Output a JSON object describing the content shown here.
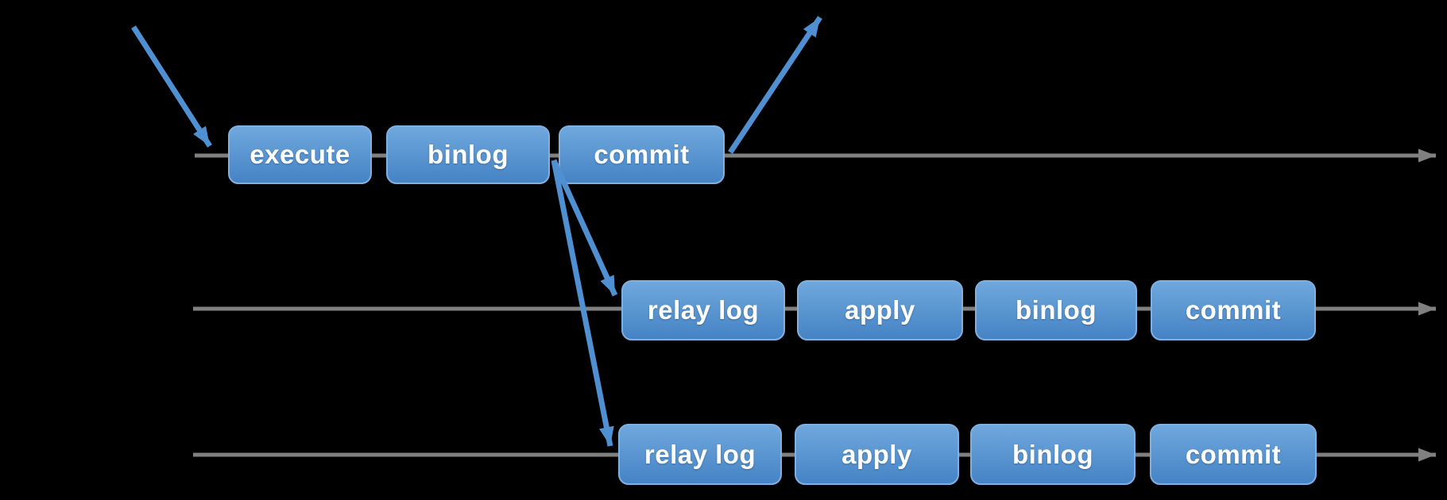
{
  "diagram_type": "replication-timeline-diagram",
  "colors": {
    "background": "#000000",
    "timeline": "#808080",
    "arrow": "#4F90D3",
    "box_gradient_top": "#6FA8DD",
    "box_gradient_bottom": "#4583C5",
    "box_border": "#7FB0E2",
    "box_text": "#FFFFFF"
  },
  "rows": [
    {
      "name": "master-timeline",
      "boxes": [
        {
          "label": "execute"
        },
        {
          "label": "binlog"
        },
        {
          "label": "commit"
        }
      ]
    },
    {
      "name": "replica1-timeline",
      "boxes": [
        {
          "label": "relay log"
        },
        {
          "label": "apply"
        },
        {
          "label": "binlog"
        },
        {
          "label": "commit"
        }
      ]
    },
    {
      "name": "replica2-timeline",
      "boxes": [
        {
          "label": "relay log"
        },
        {
          "label": "apply"
        },
        {
          "label": "binlog"
        },
        {
          "label": "commit"
        }
      ]
    }
  ],
  "arrows": [
    {
      "name": "incoming-request-arrow"
    },
    {
      "name": "ack-response-arrow"
    },
    {
      "name": "binlog-transfer-arrow-replica1"
    },
    {
      "name": "binlog-transfer-arrow-replica2"
    }
  ]
}
